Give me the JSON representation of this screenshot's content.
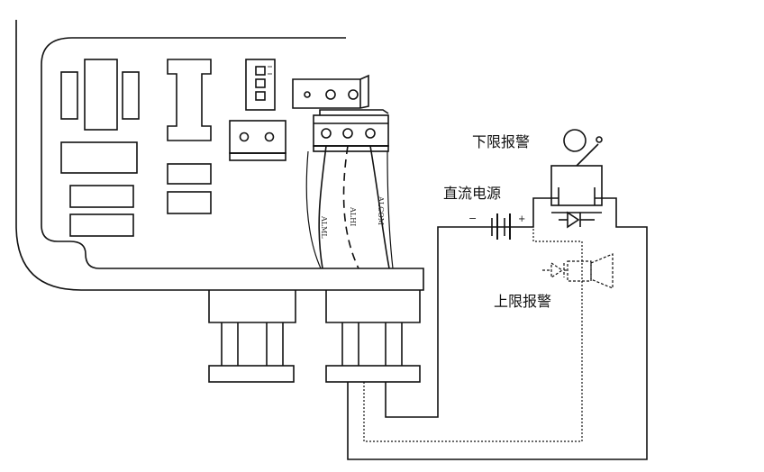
{
  "labels": {
    "lower_alarm": "下限报警",
    "upper_alarm": "上限报警",
    "dc_source": "直流电源",
    "minus": "−",
    "plus": "+"
  },
  "wire_labels": {
    "alml": "ALML",
    "alhi": "ALHI",
    "alcom": "ALCOM"
  },
  "colors": {
    "line": "#111111",
    "background": "#ffffff"
  }
}
